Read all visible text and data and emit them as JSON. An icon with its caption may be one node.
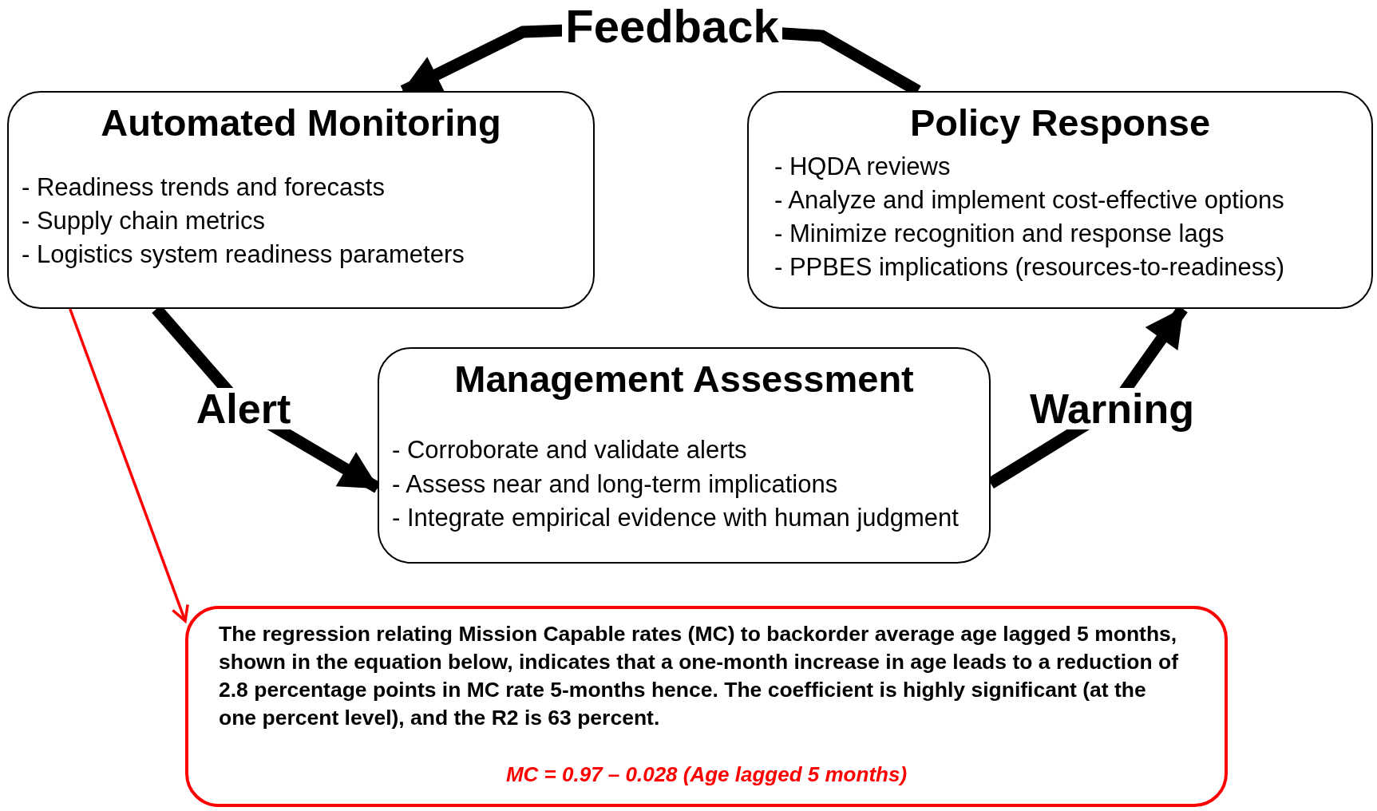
{
  "diagram": {
    "nodes": [
      {
        "text": [
          "Automated Monitoring",
          "- Readiness trends and forecasts",
          "- Supply chain metrics",
          "- Logistics system readiness parameters"
        ]
      },
      {
        "text": [
          "Policy Response",
          "- HQDA reviews",
          "- Analyze and implement cost-effective options",
          "- Minimize recognition and response lags",
          "- PPBES implications (resources-to-readiness)"
        ]
      },
      {
        "text": [
          "Management Assessment",
          "- Corroborate and validate alerts",
          "- Assess near and long-term implications",
          "- Integrate empirical evidence with human judgment"
        ]
      },
      {
        "text": [
          "The regression relating Mission Capable rates (MC) to backorder average age lagged 5 months, shown in the equation below, indicates that a one-month increase in age leads to a reduction of 2.8 percentage points in MC rate 5-months hence. The coefficient is highly significant (at the one percent level), and the R2 is 63 percent.",
          "MC = 0.97 – 0.028 (Age lagged 5 months)"
        ]
      }
    ],
    "edges": [
      {
        "from": 0,
        "to": 2,
        "arrow": "to",
        "label": "Alert"
      },
      {
        "from": 2,
        "to": 1,
        "arrow": "to",
        "label": "Warning"
      },
      {
        "from": 1,
        "to": 0,
        "arrow": "to",
        "label": "Feedback"
      },
      {
        "from": 0,
        "to": 3,
        "arrow": "to",
        "color": "#ff0000"
      }
    ]
  }
}
